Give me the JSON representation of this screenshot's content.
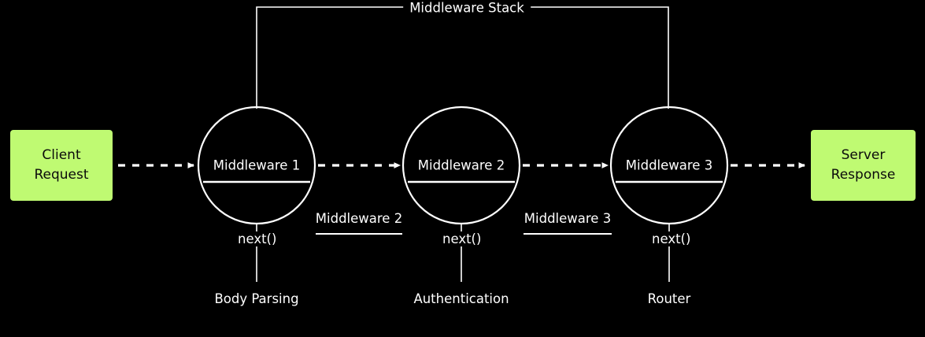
{
  "diagram": {
    "title": "Middleware Stack",
    "background_color": "#000000",
    "stroke_color": "#ffffff",
    "accent_color": "#bffa72",
    "endpoints": {
      "client": {
        "line1": "Client",
        "line2": "Request"
      },
      "server": {
        "line1": "Server",
        "line2": "Response"
      }
    },
    "group": {
      "label": "Middleware Stack"
    },
    "nodes": [
      {
        "id": "middleware-1",
        "label": "Middleware 1",
        "next_label": "next()",
        "handler": "Body Parsing"
      },
      {
        "id": "middleware-2",
        "label": "Middleware 2",
        "next_label": "next()",
        "handler": "Authentication"
      },
      {
        "id": "middleware-3",
        "label": "Middleware 3",
        "next_label": "next()",
        "handler": "Router"
      }
    ],
    "edge_labels": [
      {
        "id": "edge-1-2",
        "label": "Middleware 2"
      },
      {
        "id": "edge-2-3",
        "label": "Middleware 3"
      }
    ]
  }
}
